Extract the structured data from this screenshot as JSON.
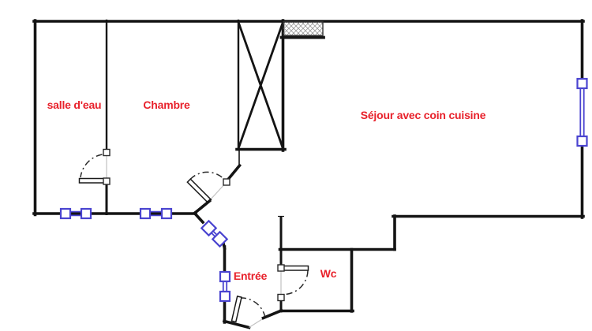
{
  "app": {
    "type": "apartment-floor-plan",
    "background": "#ffffff"
  },
  "colors": {
    "wall": "#141414",
    "label": "#e8212b",
    "window": "#4a44d0",
    "opening": "#c2c2c2",
    "arc": "#2a2a2a",
    "hatch": "#999999"
  },
  "rooms": [
    {
      "id": "salle-deau",
      "label": "salle d'eau"
    },
    {
      "id": "chambre",
      "label": "Chambre"
    },
    {
      "id": "sejour",
      "label": "Séjour avec coin cuisine"
    },
    {
      "id": "entree",
      "label": "Entrée"
    },
    {
      "id": "wc",
      "label": "Wc"
    }
  ],
  "symbols": {
    "windows": [
      {
        "name": "window-salle-deau-bottom"
      },
      {
        "name": "window-chambre-bottom"
      },
      {
        "name": "window-entree-diagonal"
      },
      {
        "name": "window-entree-left"
      },
      {
        "name": "window-sejour-right"
      }
    ],
    "doors": [
      {
        "name": "door-salle-deau"
      },
      {
        "name": "door-chambre"
      },
      {
        "name": "door-entree"
      },
      {
        "name": "door-wc"
      }
    ],
    "shaft": {
      "name": "x-braced-shaft"
    },
    "duct": {
      "name": "hatched-duct"
    }
  }
}
